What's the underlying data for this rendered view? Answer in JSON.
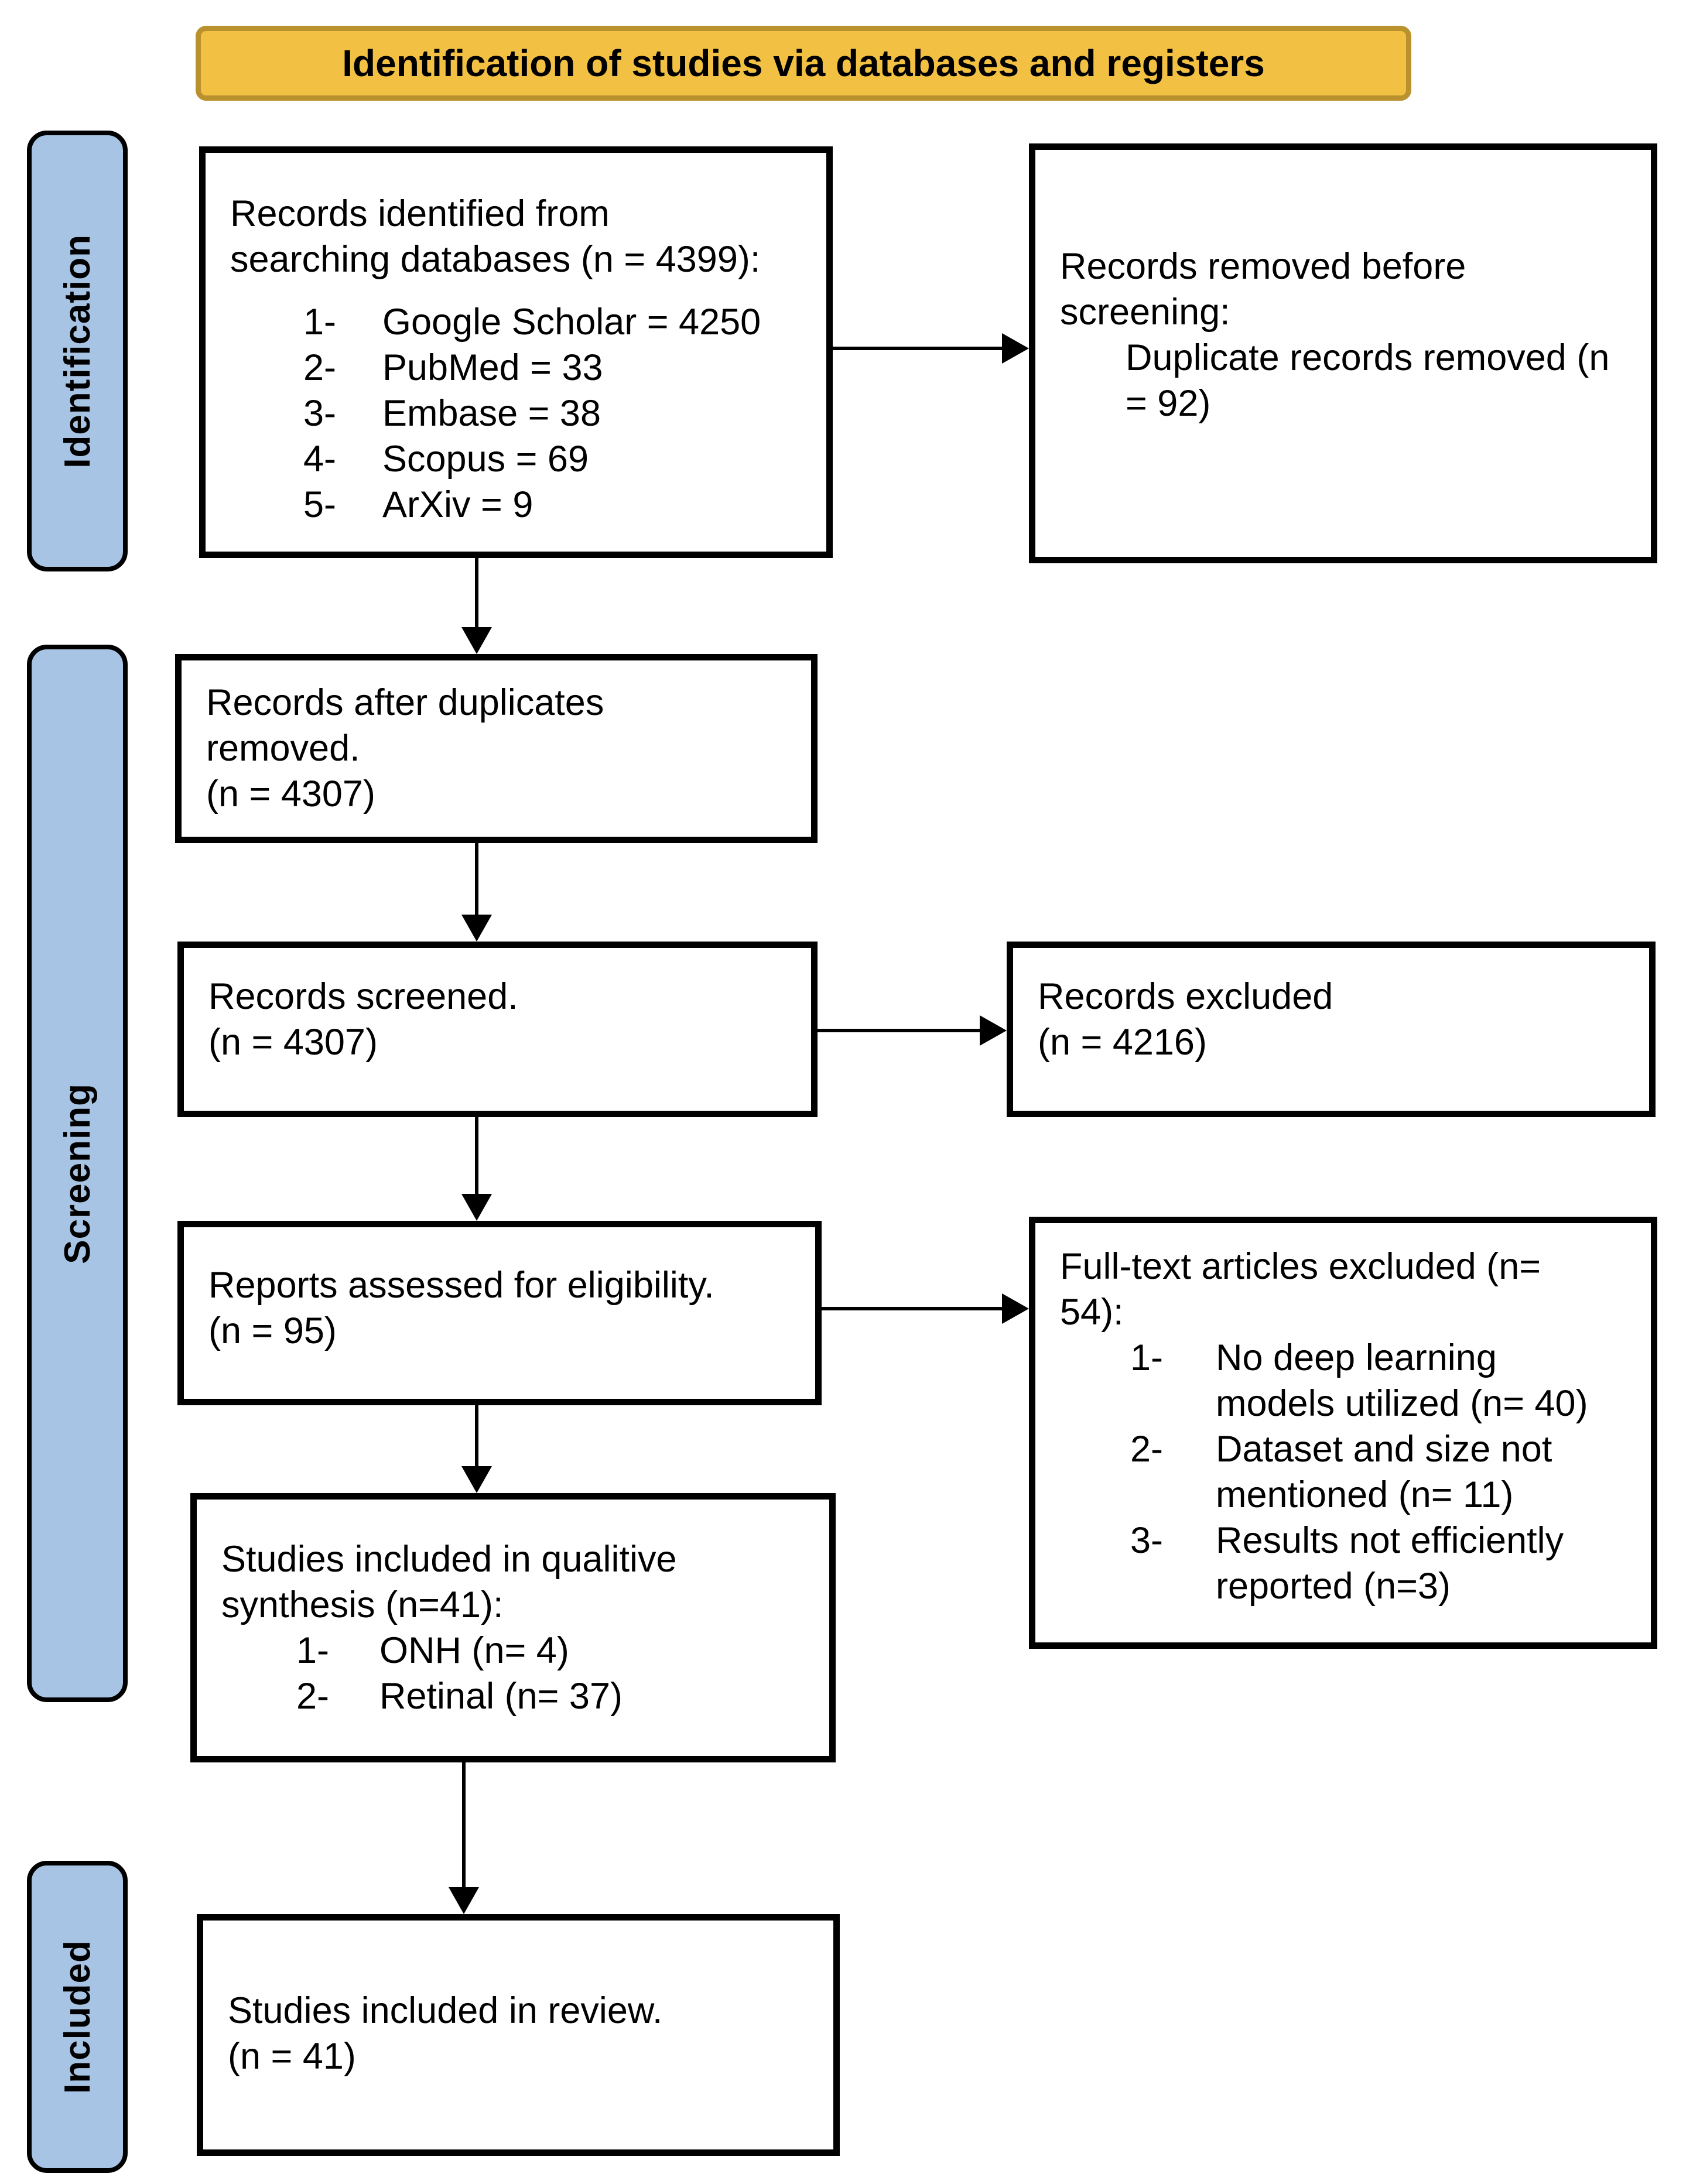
{
  "banner": {
    "title": "Identification of studies via databases and registers"
  },
  "sidebar": {
    "stages": [
      "Identification",
      "Screening",
      "Included"
    ]
  },
  "boxes": {
    "records_identified": {
      "lines": [
        "Records identified from",
        "searching databases (n = 4399):"
      ],
      "items": [
        {
          "num": "1-",
          "text": "Google Scholar = 4250"
        },
        {
          "num": "2-",
          "text": "PubMed = 33"
        },
        {
          "num": "3-",
          "text": "Embase = 38"
        },
        {
          "num": "4-",
          "text": "Scopus = 69"
        },
        {
          "num": "5-",
          "text": "ArXiv = 9"
        }
      ]
    },
    "records_removed": {
      "lines": [
        "Records removed before",
        "screening:"
      ],
      "indented_lines": [
        "Duplicate records removed (n",
        "= 92)"
      ]
    },
    "records_after_duplicates": {
      "lines": [
        "Records after duplicates",
        "removed.",
        "(n = 4307)"
      ]
    },
    "records_screened": {
      "lines": [
        "Records screened.",
        "(n = 4307)"
      ]
    },
    "records_excluded": {
      "lines": [
        "Records excluded",
        "(n = 4216)"
      ]
    },
    "reports_assessed": {
      "lines": [
        "Reports assessed for eligibility.",
        "(n = 95)"
      ]
    },
    "fulltext_excluded": {
      "lines": [
        "Full-text articles excluded (n=",
        "54):"
      ],
      "items": [
        {
          "num": "1-",
          "lines": [
            "No deep learning",
            "models utilized (n= 40)"
          ]
        },
        {
          "num": "2-",
          "lines": [
            "Dataset and size not",
            "mentioned (n= 11)"
          ]
        },
        {
          "num": "3-",
          "lines": [
            "Results not efficiently",
            "reported (n=3)"
          ]
        }
      ]
    },
    "qualitative_synthesis": {
      "lines": [
        "Studies included in qualitive",
        "synthesis (n=41):"
      ],
      "items": [
        {
          "num": "1-",
          "text": "ONH (n= 4)"
        },
        {
          "num": "2-",
          "text": "Retinal (n= 37)"
        }
      ]
    },
    "included_review": {
      "lines": [
        "Studies included in review.",
        "(n = 41)"
      ]
    }
  },
  "colors": {
    "banner_fill": "#F2C043",
    "banner_border": "#B9922E",
    "stage_fill": "#A7C4E4",
    "stage_border": "#000000",
    "box_border": "#000000",
    "arrow": "#000000",
    "text": "#000000",
    "background": "#FFFFFF"
  }
}
